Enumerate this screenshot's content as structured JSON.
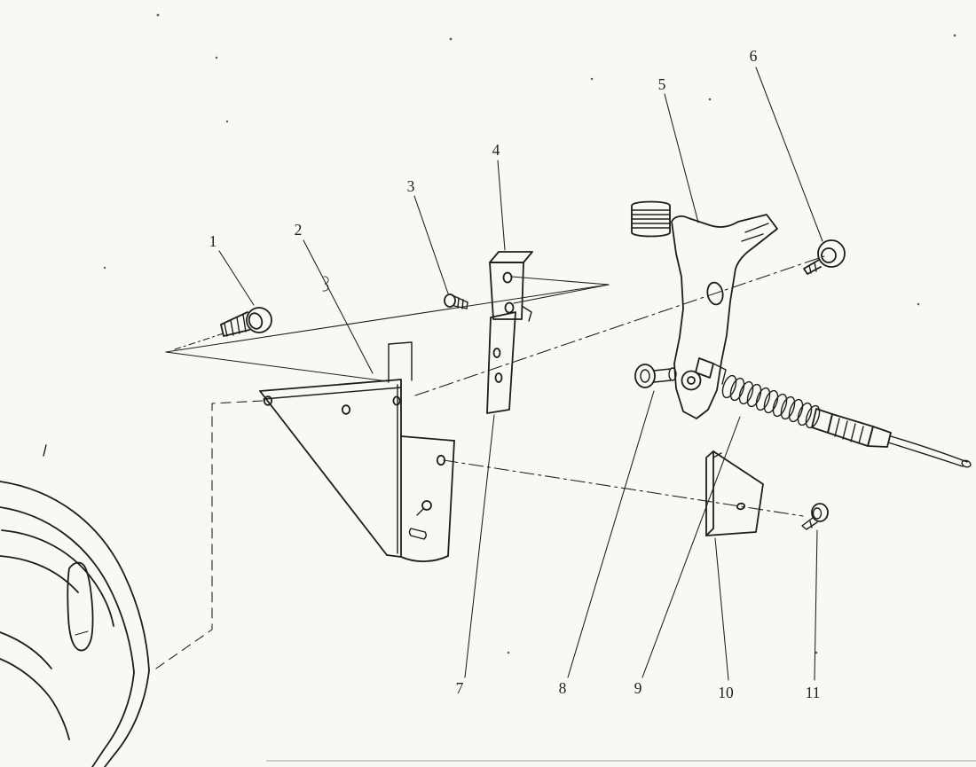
{
  "colors": {
    "paper": "#f8f8f4",
    "ink": "#1d1d1b"
  },
  "diagram": {
    "callouts": [
      {
        "num": "1"
      },
      {
        "num": "2"
      },
      {
        "num": "3"
      },
      {
        "num": "4"
      },
      {
        "num": "5"
      },
      {
        "num": "6"
      },
      {
        "num": "7"
      },
      {
        "num": "8"
      },
      {
        "num": "9"
      },
      {
        "num": "10"
      },
      {
        "num": "11"
      }
    ]
  }
}
